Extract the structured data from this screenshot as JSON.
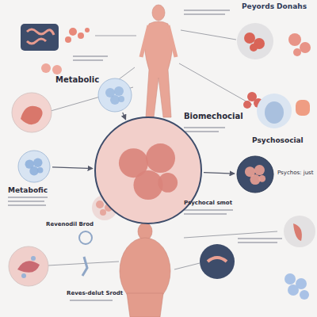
{
  "diagram": {
    "nodes": [
      {
        "text": [
          "Metabolic"
        ]
      },
      {
        "text": [
          "Biomechocial"
        ]
      },
      {
        "text": [
          "Psychosocial",
          "Psychos: just"
        ]
      },
      {
        "text": [
          "Metabofic"
        ]
      }
    ],
    "edges": [
      {
        "from": 0,
        "to": 1,
        "arrow": "to"
      },
      {
        "from": 1,
        "to": 2,
        "arrow": "to"
      },
      {
        "from": 3,
        "to": 1,
        "arrow": "to"
      }
    ],
    "labels": [
      "Peyords Donahs",
      "Psychocal smot",
      "Revenodil Brod",
      "Reves-delut Srodt"
    ]
  }
}
